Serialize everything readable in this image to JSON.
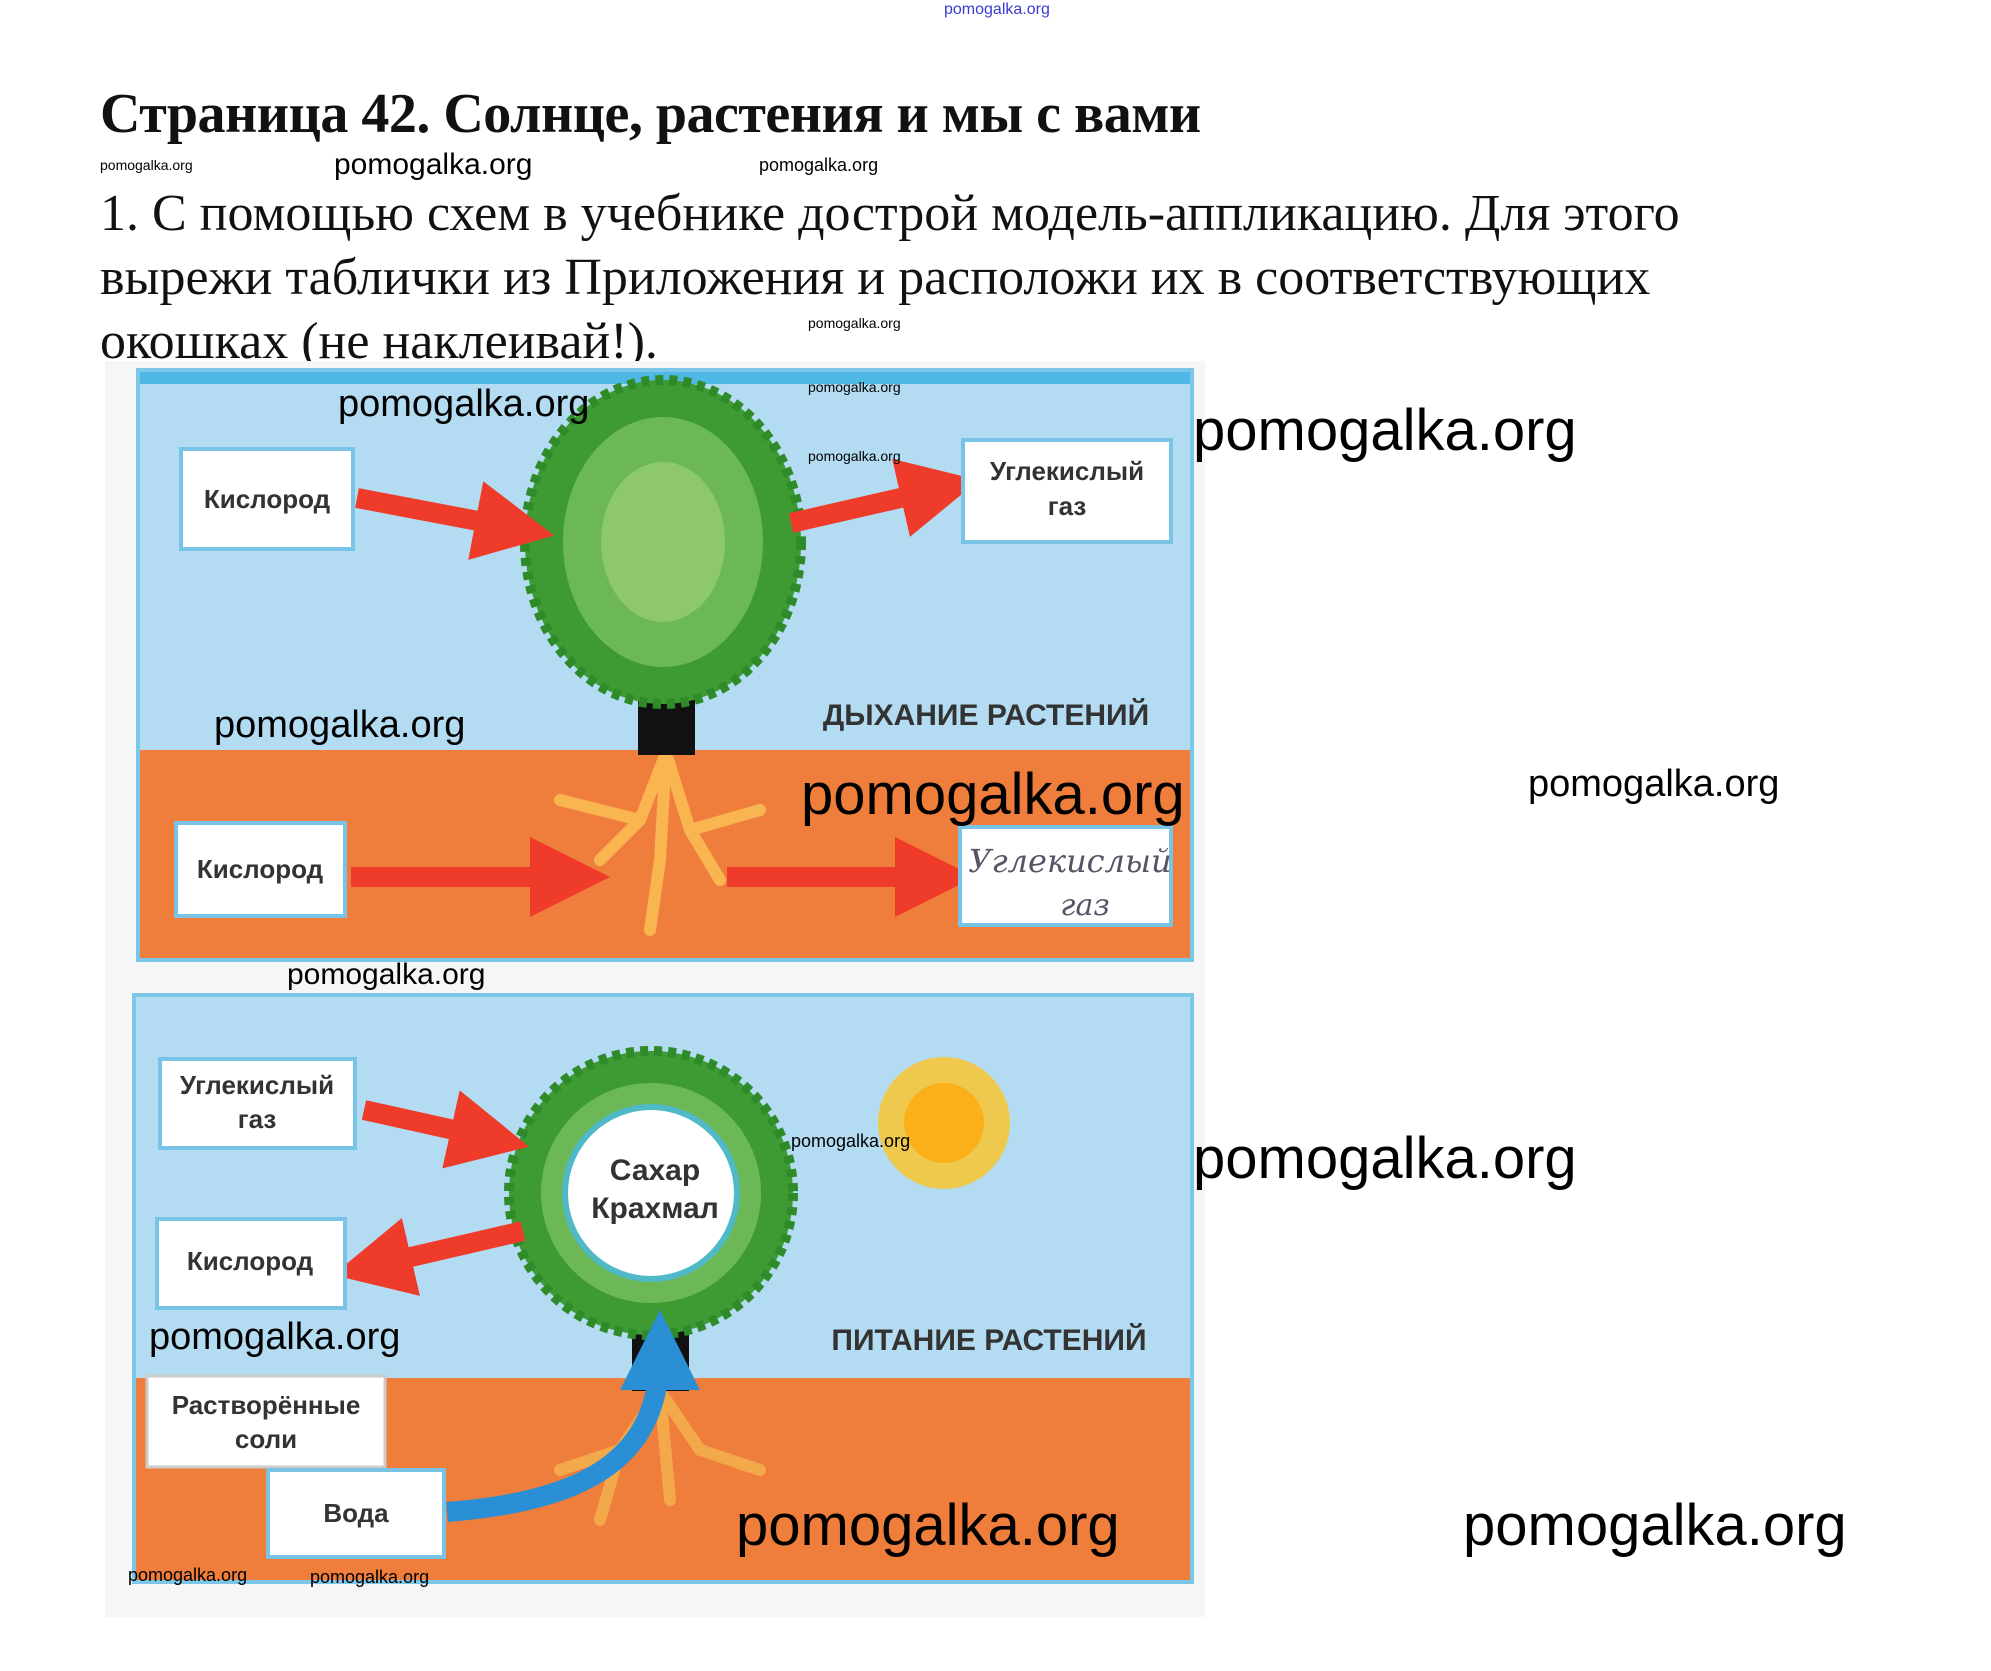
{
  "site_header": "pomogalka.org",
  "watermark": "pomogalka.org",
  "title": "Страница 42. Солнце, растения и мы с вами",
  "task_lines": [
    "1. С помощью схем в учебнике дострой модель-аппликацию. Для этого",
    "вырежи таблички из Приложения и расположи их в соответствующих",
    "окошках (не наклеивай!)."
  ],
  "diagram": {
    "respiration": {
      "caption": "ДЫХАНИЕ РАСТЕНИЙ",
      "top_left_card": "Кислород",
      "top_right_card": [
        "Углекислый",
        "газ"
      ],
      "soil_left_card": "Кислород",
      "soil_right_card_handwritten": [
        "Углекислый",
        "газ"
      ]
    },
    "nutrition": {
      "caption": "ПИТАНИЕ РАСТЕНИЙ",
      "co2_card": [
        "Углекислый",
        "газ"
      ],
      "oxygen_card": "Кислород",
      "crown_label": [
        "Сахар",
        "Крахмал"
      ],
      "salts_card": [
        "Растворённые",
        "соли"
      ],
      "water_card": "Вода"
    }
  },
  "colors": {
    "sky": "#aad6ef",
    "soil": "#ee7a3a",
    "arrow": "#ee3b2a",
    "tree": "#4fa83a",
    "water_arrow": "#2b8fd6",
    "sun": "#f9c531"
  }
}
